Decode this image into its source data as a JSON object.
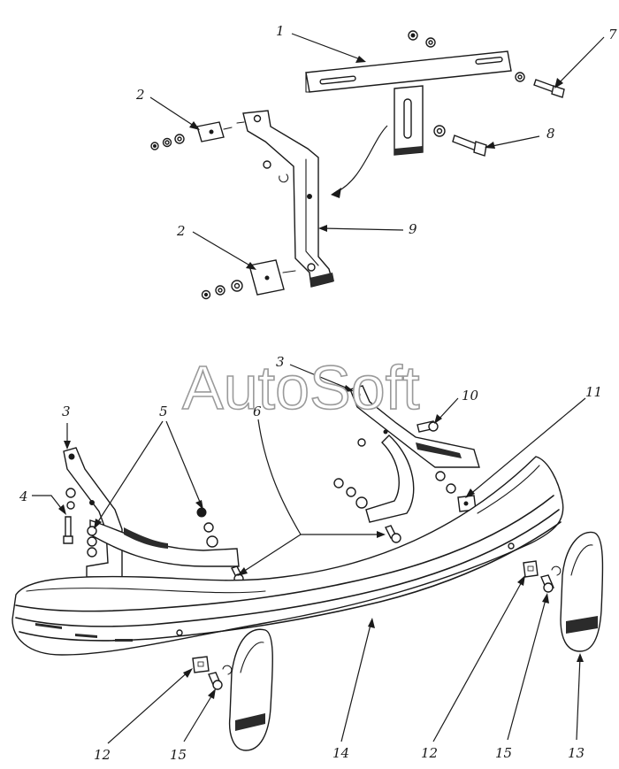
{
  "watermark": "AutoSoft",
  "callouts": {
    "c1": "1",
    "c2a": "2",
    "c2b": "2",
    "c3a": "3",
    "c3b": "3",
    "c4": "4",
    "c5": "5",
    "c6": "6",
    "c7": "7",
    "c8": "8",
    "c9": "9",
    "c10": "10",
    "c11": "11",
    "c12a": "12",
    "c12b": "12",
    "c13": "13",
    "c14": "14",
    "c15a": "15",
    "c15b": "15"
  }
}
